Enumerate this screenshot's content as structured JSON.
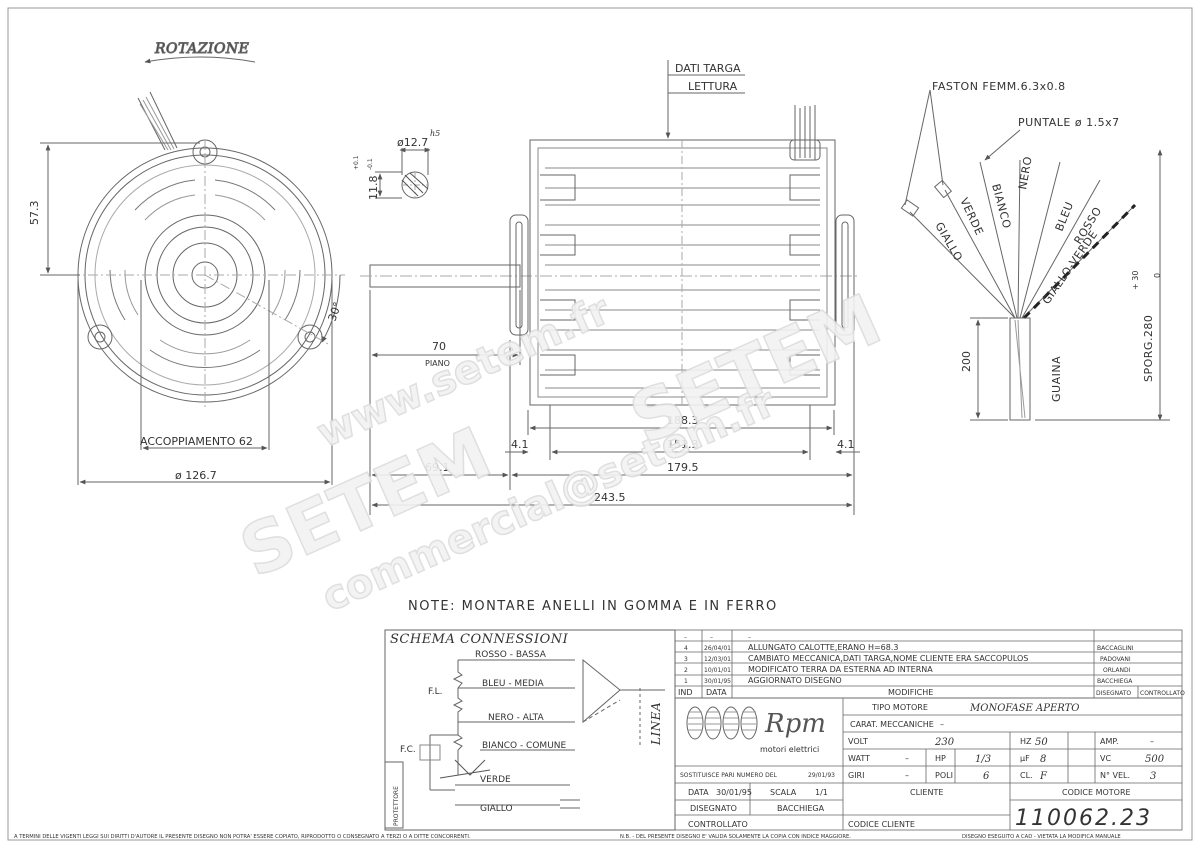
{
  "rotation": {
    "label": "ROTAZIONE"
  },
  "front_view": {
    "dim_height": "57.3",
    "dim_angle": "30°",
    "dim_coupling": "ACCOPPIAMENTO 62",
    "dim_diameter": "ø 126.7"
  },
  "shaft_section": {
    "dia": "ø12.7",
    "tol_h5": "h5",
    "tol_plus": "+0.1",
    "tol_minus": "-0.1",
    "flat": "11.8"
  },
  "side_view": {
    "plate_label": "DATI TARGA",
    "reading_label": "LETTURA",
    "dim_piano_value": "70",
    "dim_piano_label": "PIANO",
    "dim_188": "188.3",
    "dim_151": "151.3",
    "dim_69": "69.1",
    "dim_179": "179.5",
    "dim_243": "243.5",
    "dim_4_left": "4.1",
    "dim_4_right": "4.1"
  },
  "wiring": {
    "faston_label": "FASTON FEMM.6.3x0.8",
    "tip_label": "PUNTALE ø 1.5x7",
    "wires": [
      "GIALLO",
      "VERDE",
      "BIANCO",
      "NERO",
      "BLEU",
      "ROSSO",
      "GIALLO-VERDE"
    ],
    "length": "200",
    "sheath": "GUAINA",
    "protrusion": "SPORG.280",
    "tol_plus": "+ 30",
    "tol_zero": "0"
  },
  "note": "NOTE: MONTARE ANELLI IN GOMMA E IN FERRO",
  "schema": {
    "title": "SCHEMA CONNESSIONI",
    "rosso": "ROSSO - BASSA",
    "bleu": "BLEU - MEDIA",
    "nero": "NERO - ALTA",
    "bianco": "BIANCO - COMUNE",
    "verde": "VERDE",
    "giallo": "GIALLO",
    "fl": "F.L.",
    "fc": "F.C.",
    "protettore": "PROTETTORE",
    "linea": "LINEA"
  },
  "revisions": {
    "rows": [
      {
        "ind": "–",
        "data": "–",
        "desc": "–",
        "by": ""
      },
      {
        "ind": "4",
        "data": "26/04/01",
        "desc": "ALLUNGATO CALOTTE,ERANO H=68.3",
        "by": "BACCAGLINI"
      },
      {
        "ind": "3",
        "data": "12/03/01",
        "desc": "CAMBIATO MECCANICA,DATI TARGA,NOME CLIENTE ERA SACCOPULOS",
        "by": "PADOVANI"
      },
      {
        "ind": "2",
        "data": "10/01/01",
        "desc": "MODIFICATO TERRA DA ESTERNA AD INTERNA",
        "by": "ORLANDI"
      },
      {
        "ind": "1",
        "data": "30/01/95",
        "desc": "AGGIORNATO DISEGNO",
        "by": "BACCHIEGA"
      }
    ],
    "h_ind": "IND",
    "h_data": "DATA",
    "h_mod": "MODIFICHE",
    "h_dis": "DISEGNATO",
    "h_ctrl": "CONTROLLATO"
  },
  "logo": {
    "brand": "Rpm",
    "sub": "motori elettrici"
  },
  "title_block": {
    "tipo_label": "TIPO MOTORE",
    "tipo_value": "MONOFASE APERTO",
    "carat_label": "CARAT. MECCANICHE",
    "carat_value": "–",
    "volt_label": "VOLT",
    "volt_value": "230",
    "hz_label": "HZ",
    "hz_value": "50",
    "amp_label": "AMP.",
    "amp_value": "–",
    "watt_label": "WATT",
    "watt_value": "–",
    "hp_label": "HP",
    "hp_value": "1/3",
    "uf_label": "µF",
    "uf_value": "8",
    "vc_label": "VC",
    "vc_value": "500",
    "giri_label": "GIRI",
    "giri_value": "–",
    "poli_label": "POLI",
    "poli_value": "6",
    "cl_label": "CL.",
    "cl_value": "F",
    "nvel_label": "N° VEL.",
    "nvel_value": "3",
    "sostituisce": "SOSTITUISCE PARI NUMERO DEL",
    "sost_date": "29/01/93",
    "data_label": "DATA",
    "data_value": "30/01/95",
    "scala_label": "SCALA",
    "scala_value": "1/1",
    "dis_label": "DISEGNATO",
    "dis_value": "BACCHIEGA",
    "ctrl_label": "CONTROLLATO",
    "cliente_label": "CLIENTE",
    "codcli_label": "CODICE CLIENTE",
    "codmot_label": "CODICE MOTORE",
    "codmot_value": "110062.23"
  },
  "footer": {
    "left": "A TERMINI DELLE VIGENTI LEGGI SUI DIRITTI D'AUTORE IL PRESENTE DISEGNO NON POTRA' ESSERE COPIATO, RIPRODOTTO O CONSEGNATO A TERZI O A DITTE CONCORRENTI.",
    "mid": "N.B. - DEL PRESENTE DISEGNO E' VALIDA SOLAMENTE LA COPIA CON INDICE MAGGIORE.",
    "right": "DISEGNO ESEGUITO A CAD - VIETATA LA MODIFICA MANUALE"
  },
  "watermark": {
    "line1": "www.setem.fr",
    "line2": "SETEM",
    "line3": "SETEM",
    "line4": "commercial@setem.fr"
  }
}
